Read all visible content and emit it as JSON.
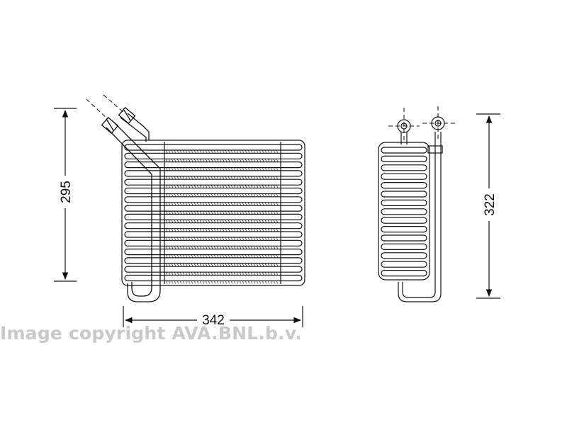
{
  "dimensions": {
    "width": "342",
    "height_front": "295",
    "height_side": "322"
  },
  "watermark": "Image copyright AVA.BNL.b.v.",
  "line_color": "#111111",
  "watermark_color": "#c9c9c9"
}
